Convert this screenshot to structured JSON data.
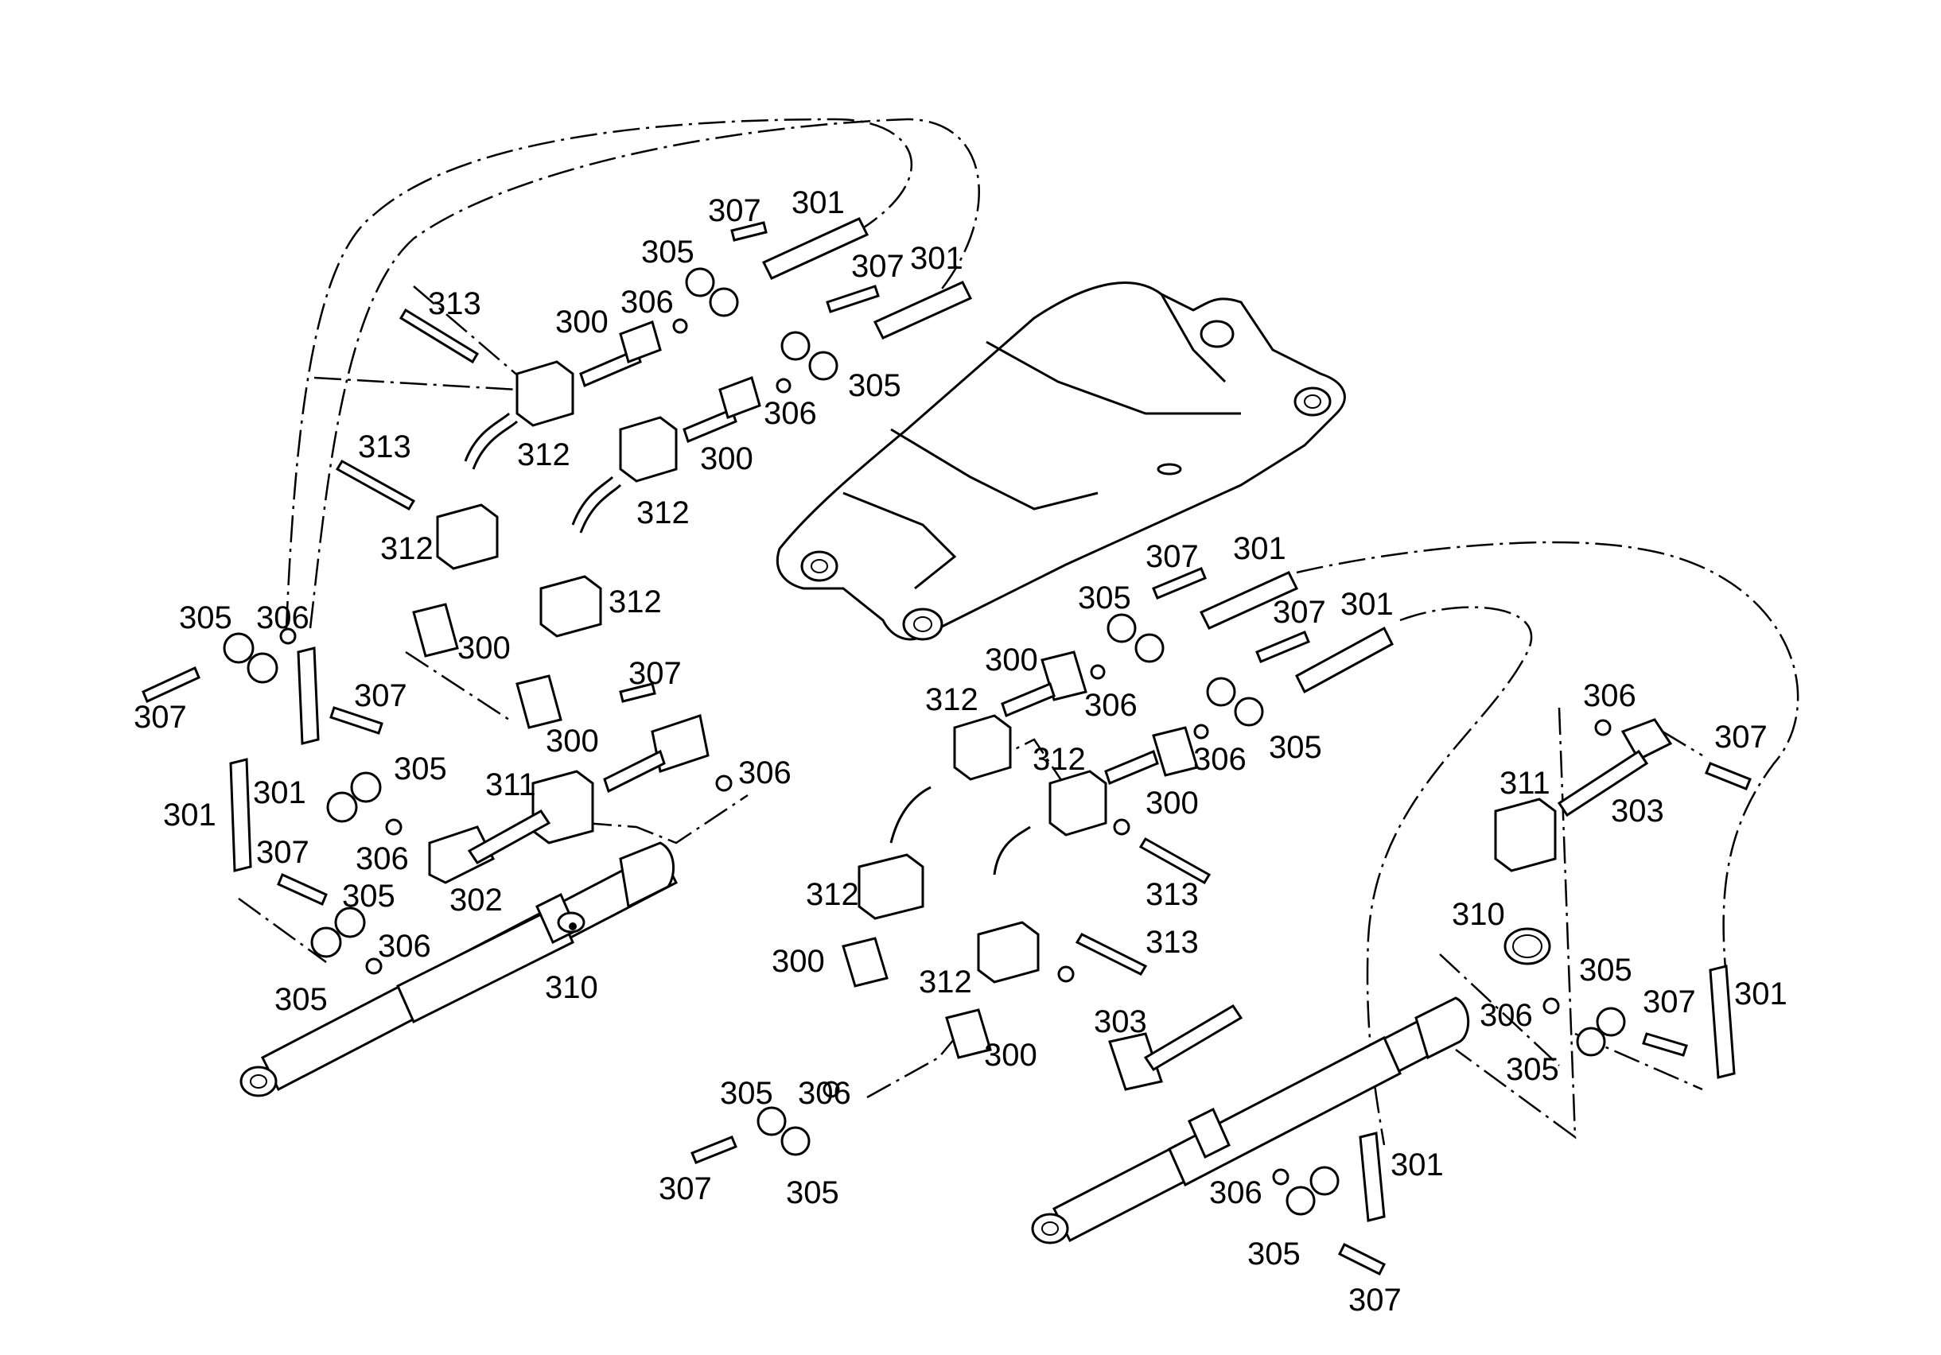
{
  "diagram": {
    "labels": [
      {
        "id": "lbl-307-a",
        "text": "307"
      },
      {
        "id": "lbl-301-a",
        "text": "301"
      },
      {
        "id": "lbl-305-a",
        "text": "305"
      },
      {
        "id": "lbl-307-b",
        "text": "307"
      },
      {
        "id": "lbl-301-b",
        "text": "301"
      },
      {
        "id": "lbl-313-a",
        "text": "313"
      },
      {
        "id": "lbl-306-a",
        "text": "306"
      },
      {
        "id": "lbl-300-a",
        "text": "300"
      },
      {
        "id": "lbl-306-b",
        "text": "306"
      },
      {
        "id": "lbl-305-b",
        "text": "305"
      },
      {
        "id": "lbl-312-a",
        "text": "312"
      },
      {
        "id": "lbl-300-b",
        "text": "300"
      },
      {
        "id": "lbl-312-b",
        "text": "312"
      },
      {
        "id": "lbl-313-b",
        "text": "313"
      },
      {
        "id": "lbl-312-c",
        "text": "312"
      },
      {
        "id": "lbl-312-d",
        "text": "312"
      },
      {
        "id": "lbl-305-c",
        "text": "305"
      },
      {
        "id": "lbl-306-c",
        "text": "306"
      },
      {
        "id": "lbl-300-c",
        "text": "300"
      },
      {
        "id": "lbl-307-c",
        "text": "307"
      },
      {
        "id": "lbl-307-d",
        "text": "307"
      },
      {
        "id": "lbl-307-e",
        "text": "307"
      },
      {
        "id": "lbl-305-d",
        "text": "305"
      },
      {
        "id": "lbl-300-d",
        "text": "300"
      },
      {
        "id": "lbl-306-d",
        "text": "306"
      },
      {
        "id": "lbl-301-c",
        "text": "301"
      },
      {
        "id": "lbl-301-d",
        "text": "301"
      },
      {
        "id": "lbl-311-a",
        "text": "311"
      },
      {
        "id": "lbl-306-e",
        "text": "306"
      },
      {
        "id": "lbl-307-f",
        "text": "307"
      },
      {
        "id": "lbl-305-e",
        "text": "305"
      },
      {
        "id": "lbl-302",
        "text": "302"
      },
      {
        "id": "lbl-306-f",
        "text": "306"
      },
      {
        "id": "lbl-305-f",
        "text": "305"
      },
      {
        "id": "lbl-310-a",
        "text": "310"
      },
      {
        "id": "lbl-307-g",
        "text": "307"
      },
      {
        "id": "lbl-301-e",
        "text": "301"
      },
      {
        "id": "lbl-305-g",
        "text": "305"
      },
      {
        "id": "lbl-307-h",
        "text": "307"
      },
      {
        "id": "lbl-301-f",
        "text": "301"
      },
      {
        "id": "lbl-300-e",
        "text": "300"
      },
      {
        "id": "lbl-306-g",
        "text": "306"
      },
      {
        "id": "lbl-312-e",
        "text": "312"
      },
      {
        "id": "lbl-312-f",
        "text": "312"
      },
      {
        "id": "lbl-306-h",
        "text": "306"
      },
      {
        "id": "lbl-305-h",
        "text": "305"
      },
      {
        "id": "lbl-300-f",
        "text": "300"
      },
      {
        "id": "lbl-306-i",
        "text": "306"
      },
      {
        "id": "lbl-311-b",
        "text": "311"
      },
      {
        "id": "lbl-303-a",
        "text": "303"
      },
      {
        "id": "lbl-307-i",
        "text": "307"
      },
      {
        "id": "lbl-313-c",
        "text": "313"
      },
      {
        "id": "lbl-312-g",
        "text": "312"
      },
      {
        "id": "lbl-310-b",
        "text": "310"
      },
      {
        "id": "lbl-300-g",
        "text": "300"
      },
      {
        "id": "lbl-312-h",
        "text": "312"
      },
      {
        "id": "lbl-313-d",
        "text": "313"
      },
      {
        "id": "lbl-305-i",
        "text": "305"
      },
      {
        "id": "lbl-307-j",
        "text": "307"
      },
      {
        "id": "lbl-301-g",
        "text": "301"
      },
      {
        "id": "lbl-303-b",
        "text": "303"
      },
      {
        "id": "lbl-306-j",
        "text": "306"
      },
      {
        "id": "lbl-305-j",
        "text": "305"
      },
      {
        "id": "lbl-300-h",
        "text": "300"
      },
      {
        "id": "lbl-305-k",
        "text": "305"
      },
      {
        "id": "lbl-306-k",
        "text": "306"
      },
      {
        "id": "lbl-301-h",
        "text": "301"
      },
      {
        "id": "lbl-307-k",
        "text": "307"
      },
      {
        "id": "lbl-305-l",
        "text": "305"
      },
      {
        "id": "lbl-306-l",
        "text": "306"
      },
      {
        "id": "lbl-305-m",
        "text": "305"
      },
      {
        "id": "lbl-307-l",
        "text": "307"
      }
    ]
  }
}
